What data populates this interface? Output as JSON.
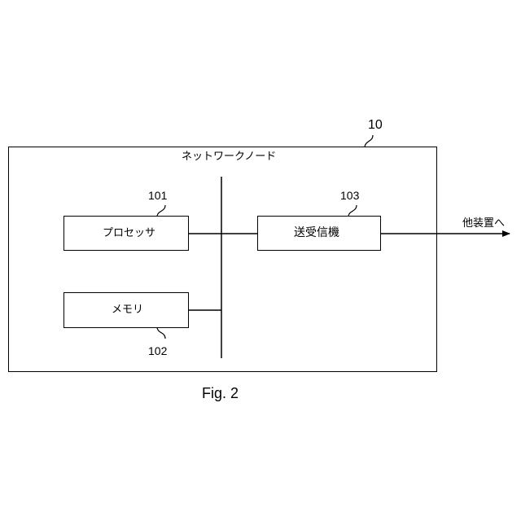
{
  "figure": {
    "outer_ref": "10",
    "outer_label": "ネットワークノード",
    "processor": {
      "ref": "101",
      "label": "プロセッサ"
    },
    "memory": {
      "ref": "102",
      "label": "メモリ"
    },
    "transceiver": {
      "ref": "103",
      "label": "送受信機"
    },
    "external_label": "他装置へ",
    "caption": "Fig. 2"
  }
}
